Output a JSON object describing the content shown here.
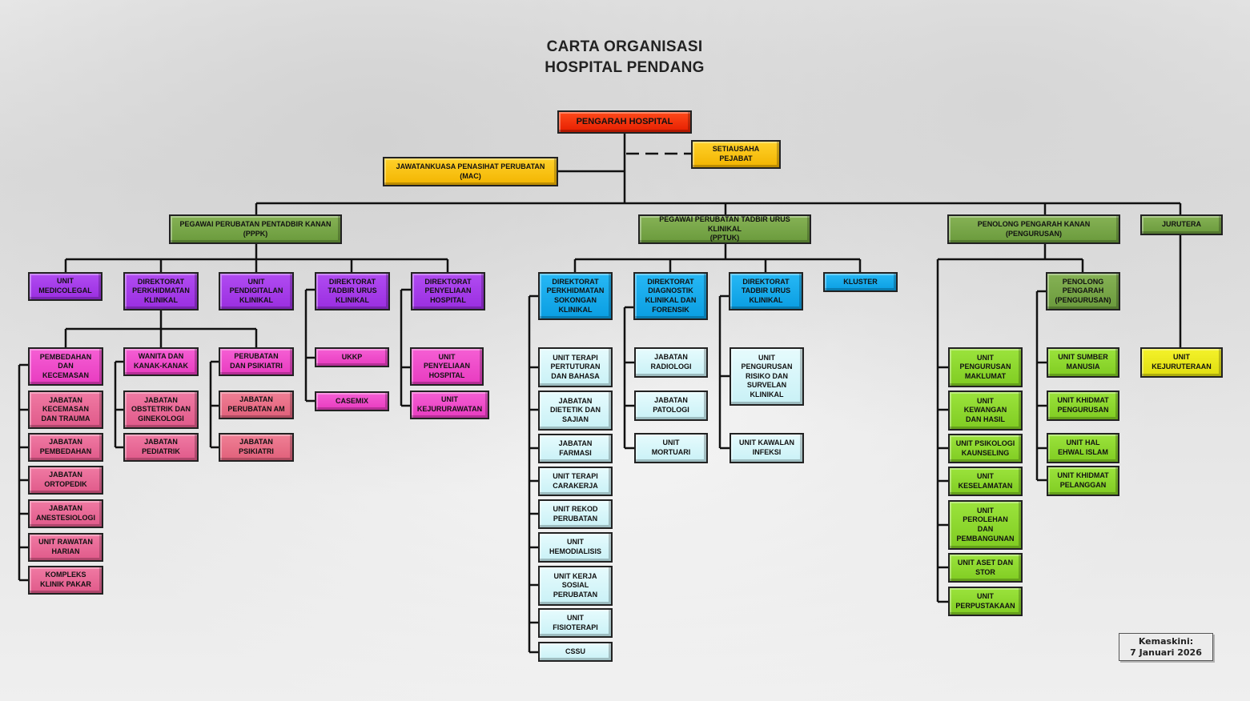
{
  "title": {
    "line1": "CARTA ORGANISASI",
    "line2": "HOSPITAL PENDANG"
  },
  "updated": {
    "label": "Kemaskini:",
    "date": "7 Januari 2026"
  },
  "nodes": {
    "pengarah": "PENGARAH HOSPITAL",
    "setiausaha": "SETIAUSAHA\nPEJABAT",
    "mac": "JAWATANKUASA PENASIHAT PERUBATAN\n(MAC)",
    "pppk": "PEGAWAI PERUBATAN PENTADBIR KANAN\n(PPPK)",
    "pptuk": "PEGAWAI PERUBATAN TADBIR URUS KLINIKAL\n(PPTUK)",
    "ppk": "PENOLONG PENGARAH KANAN\n(PENGURUSAN)",
    "jurutera": "JURUTERA",
    "medicolegal": "UNIT\nMEDICOLEGAL",
    "dir_perkhidmatan": "DIREKTORAT\nPERKHIDMATAN\nKLINIKAL",
    "pendigitalan": "UNIT\nPENDIGITALAN\nKLINIKAL",
    "dir_tadbir_1": "DIREKTORAT\nTADBIR URUS\nKLINIKAL",
    "dir_penyeliaan": "DIREKTORAT\nPENYELIAAN\nHOSPITAL",
    "pembedahan_kecemasan": "PEMBEDAHAN\nDAN\nKECEMASAN",
    "wanita_kanak": "WANITA DAN\nKANAK-KANAK",
    "perubatan_psikiatri": "PERUBATAN\nDAN PSIKIATRI",
    "jab_kecemasan": "JABATAN\nKECEMASAN\nDAN TRAUMA",
    "jab_pembedahan": "JABATAN\nPEMBEDAHAN",
    "jab_ortopedik": "JABATAN\nORTOPEDIK",
    "jab_anestesiologi": "JABATAN\nANESTESIOLOGI",
    "rawatan_harian": "UNIT RAWATAN\nHARIAN",
    "klinik_pakar": "KOMPLEKS\nKLINIK PAKAR",
    "jab_obstetrik": "JABATAN\nOBSTETRIK DAN\nGINEKOLOGI",
    "jab_pediatrik": "JABATAN\nPEDIATRIK",
    "jab_perubatan_am": "JABATAN\nPERUBATAN AM",
    "jab_psikiatri": "JABATAN\nPSIKIATRI",
    "ukkp": "UKKP",
    "casemix": "CASEMIX",
    "penyeliaan_hospital": "UNIT\nPENYELIAAN\nHOSPITAL",
    "kejururawatan": "UNIT\nKEJURURAWATAN",
    "dir_sokongan": "DIREKTORAT\nPERKHIDMATAN\nSOKONGAN\nKLINIKAL",
    "dir_diagnostik": "DIREKTORAT\nDIAGNOSTIK\nKLINIKAL DAN\nFORENSIK",
    "dir_tadbir_2": "DIREKTORAT\nTADBIR URUS\nKLINIKAL",
    "kluster": "KLUSTER",
    "terapi_pertuturan": "UNIT TERAPI\nPERTUTURAN\nDAN BAHASA",
    "dietetik": "JABATAN\nDIETETIK DAN\nSAJIAN",
    "farmasi": "JABATAN\nFARMASI",
    "carakerja": "UNIT TERAPI\nCARAKERJA",
    "rekod": "UNIT REKOD\nPERUBATAN",
    "hemodialisis": "UNIT\nHEMODIALISIS",
    "kerja_sosial": "UNIT KERJA\nSOSIAL\nPERUBATAN",
    "fisioterapi": "UNIT\nFISIOTERAPI",
    "cssu": "CSSU",
    "radiologi": "JABATAN\nRADIOLOGI",
    "patologi": "JABATAN\nPATOLOGI",
    "mortuari": "UNIT\nMORTUARI",
    "pengurusan_risiko": "UNIT\nPENGURUSAN\nRISIKO DAN\nSURVELAN\nKLINIKAL",
    "kawalan_infeksi": "UNIT KAWALAN\nINFEKSI",
    "pengurusan_maklumat": "UNIT\nPENGURUSAN\nMAKLUMAT",
    "kewangan": "UNIT\nKEWANGAN\nDAN HASIL",
    "psikologi": "UNIT PSIKOLOGI\nKAUNSELING",
    "keselamatan": "UNIT\nKESELAMATAN",
    "perolehan": "UNIT\nPEROLEHAN\nDAN\nPEMBANGUNAN",
    "aset_stor": "UNIT ASET DAN\nSTOR",
    "perpustakaan": "UNIT\nPERPUSTAKAAN",
    "penolong_pengarah": "PENOLONG\nPENGARAH\n(PENGURUSAN)",
    "sumber_manusia": "UNIT SUMBER\nMANUSIA",
    "khidmat_pengurusan": "UNIT KHIDMAT\nPENGURUSAN",
    "hal_ehwal_islam": "UNIT HAL\nEHWAL ISLAM",
    "khidmat_pelanggan": "UNIT KHIDMAT\nPELANGGAN",
    "kejuruteraan": "UNIT\nKEJURUTERAAN"
  }
}
